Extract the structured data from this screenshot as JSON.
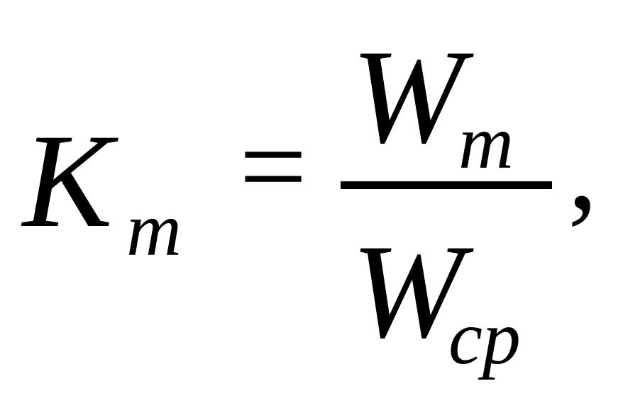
{
  "formula": {
    "lhs": {
      "symbol": "K",
      "subscript": "m"
    },
    "relation": "=",
    "fraction": {
      "numerator": {
        "symbol": "W",
        "subscript": "m"
      },
      "denominator": {
        "symbol": "W",
        "subscript": "cp"
      }
    },
    "punctuation": ","
  }
}
